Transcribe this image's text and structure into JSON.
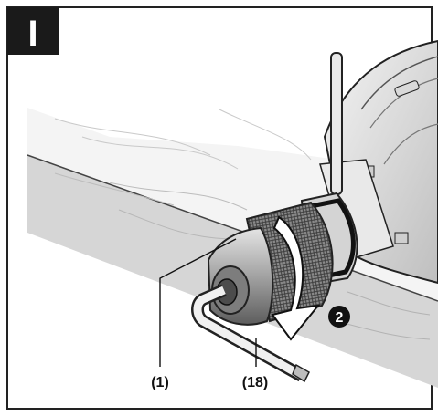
{
  "figure": {
    "panel_letter": "I",
    "step_badge": "2",
    "callouts": [
      {
        "id": "chuck",
        "text": "(1)"
      },
      {
        "id": "hex-key",
        "text": "(18)"
      }
    ],
    "colors": {
      "panel_badge": "#1a1a1a",
      "surface_band": "#d6d6d6",
      "metal_dark": "#6e6e6e",
      "metal_light": "#bdbdbd",
      "line": "#222222"
    }
  }
}
